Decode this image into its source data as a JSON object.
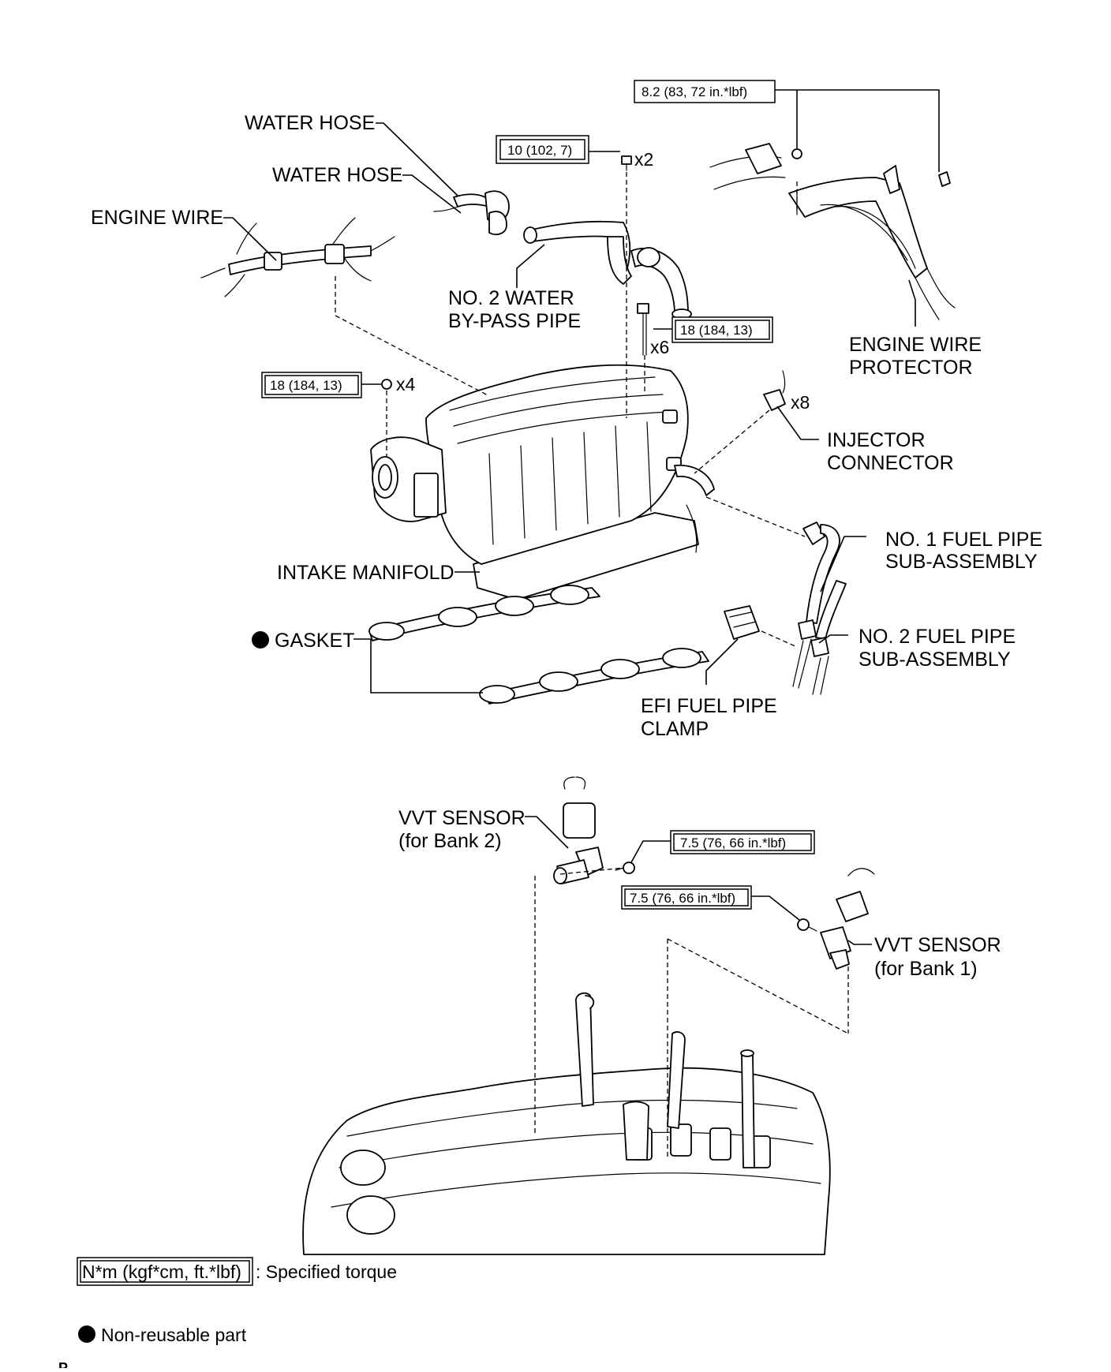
{
  "labels": {
    "water_hose_1": "WATER HOSE",
    "water_hose_2": "WATER HOSE",
    "engine_wire": "ENGINE WIRE",
    "bypass_pipe_1": "NO. 2 WATER",
    "bypass_pipe_2": "BY-PASS PIPE",
    "wire_protector_1": "ENGINE WIRE",
    "wire_protector_2": "PROTECTOR",
    "injector_1": "INJECTOR",
    "injector_2": "CONNECTOR",
    "intake_manifold": "INTAKE MANIFOLD",
    "fuel_pipe1_1": "NO. 1 FUEL PIPE",
    "fuel_pipe1_2": "SUB-ASSEMBLY",
    "gasket": "GASKET",
    "fuel_pipe2_1": "NO. 2 FUEL PIPE",
    "fuel_pipe2_2": "SUB-ASSEMBLY",
    "efi_clamp_1": "EFI FUEL PIPE",
    "efi_clamp_2": "CLAMP",
    "vvt_bank2_1": "VVT SENSOR",
    "vvt_bank2_2": "(for Bank 2)",
    "vvt_bank1_1": "VVT SENSOR",
    "vvt_bank1_2": "(for Bank 1)"
  },
  "torques": {
    "t1": "8.2 (83, 72 in.*lbf)",
    "t2": "10 (102, 7)",
    "t3": "18 (184, 13)",
    "t4": "18 (184, 13)",
    "t5": "7.5 (76, 66 in.*lbf)",
    "t6": "7.5 (76, 66 in.*lbf)"
  },
  "multipliers": {
    "m_x2": "x2",
    "m_x6": "x6",
    "m_x4": "x4",
    "m_x8": "x8"
  },
  "legend": {
    "torque_box": "N*m (kgf*cm, ft.*lbf)",
    "torque_text": ": Specified torque",
    "nonreusable": "Non-reusable part"
  },
  "corner_mark": "P"
}
